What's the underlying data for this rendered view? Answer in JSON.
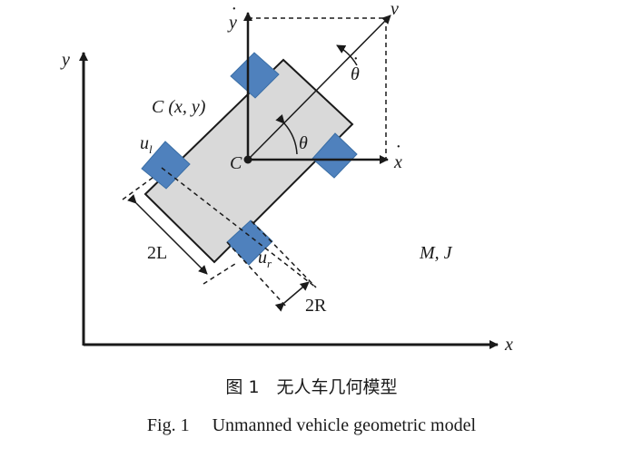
{
  "diagram": {
    "axis_x_label": "x",
    "axis_y_label": "y",
    "velocity_label": "v",
    "ydot_label": "y",
    "xdot_label": "x",
    "thetadot_label": "θ",
    "theta_label": "θ",
    "centroid_label": "C",
    "position_label": "C (x, y)",
    "left_wheel_label": "u",
    "left_wheel_sub": "l",
    "right_wheel_label": "u",
    "right_wheel_sub": "r",
    "track_label": "2L",
    "wheel_diameter_label": "2R",
    "mass_inertia_label": "M, J"
  },
  "colors": {
    "body_fill": "#d9d9d9",
    "wheel_fill": "#4f81bd",
    "line": "#1a1a1a"
  },
  "caption": {
    "cn": "图 1　无人车几何模型",
    "en": "Fig. 1　 Unmanned vehicle geometric model"
  }
}
